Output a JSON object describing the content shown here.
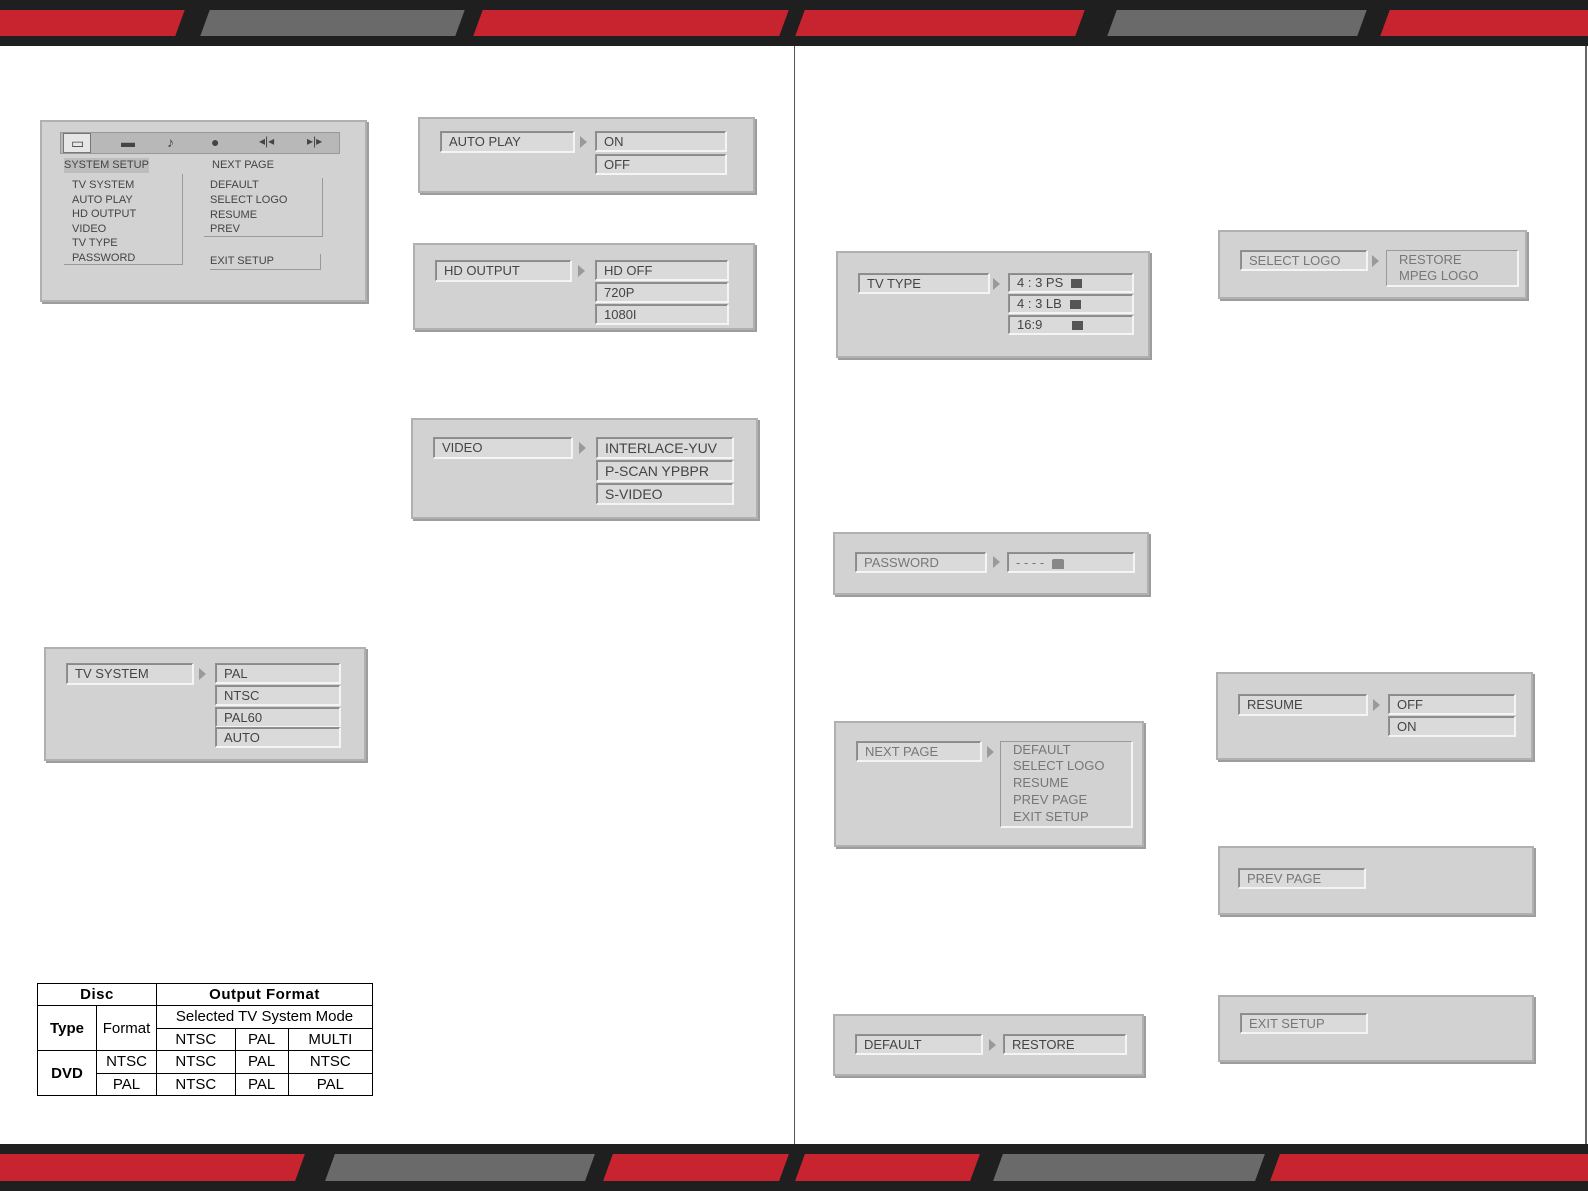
{
  "system_setup": {
    "heading_left": "SYSTEM SETUP",
    "heading_right": "NEXT PAGE",
    "left_items": [
      "TV SYSTEM",
      "AUTO PLAY",
      "HD OUTPUT",
      "VIDEO",
      "TV TYPE",
      "PASSWORD"
    ],
    "right_items": [
      "DEFAULT",
      "SELECT LOGO",
      "RESUME",
      "PREV"
    ],
    "exit": "EXIT SETUP",
    "tab_icons": [
      "monitor-icon",
      "speaker-icon",
      "music-note-icon",
      "disc-icon",
      "rewind-icon",
      "fast-forward-icon"
    ]
  },
  "auto_play": {
    "label": "AUTO PLAY",
    "options": [
      "ON",
      "OFF"
    ]
  },
  "hd_output": {
    "label": "HD OUTPUT",
    "options": [
      "HD OFF",
      "720P",
      "1080I"
    ]
  },
  "video": {
    "label": "VIDEO",
    "options": [
      "INTERLACE-YUV",
      "P-SCAN YPBPR",
      "S-VIDEO"
    ]
  },
  "tv_system": {
    "label": "TV SYSTEM",
    "options": [
      "PAL",
      "NTSC",
      "PAL60",
      "AUTO"
    ]
  },
  "tv_type": {
    "label": "TV TYPE",
    "options": [
      "4 : 3 PS",
      "4 : 3 LB",
      "16:9"
    ]
  },
  "password": {
    "label": "PASSWORD",
    "value": "- - - -"
  },
  "next_page": {
    "label": "NEXT PAGE",
    "options": [
      "DEFAULT",
      "SELECT LOGO",
      "RESUME",
      "PREV PAGE",
      "EXIT SETUP"
    ]
  },
  "default_menu": {
    "label": "DEFAULT",
    "option": "RESTORE"
  },
  "select_logo": {
    "label": "SELECT LOGO",
    "options": [
      "RESTORE",
      "MPEG LOGO"
    ]
  },
  "resume": {
    "label": "RESUME",
    "options": [
      "OFF",
      "ON"
    ]
  },
  "prev_page": {
    "label": "PREV PAGE"
  },
  "exit_setup": {
    "label": "EXIT SETUP"
  },
  "format_table": {
    "disc": "Disc",
    "output_format": "Output Format",
    "type": "Type",
    "format": "Format",
    "selected_mode": "Selected  TV  System Mode",
    "modes": [
      "NTSC",
      "PAL",
      "MULTI"
    ],
    "dvd": "DVD",
    "rows": [
      [
        "NTSC",
        "NTSC",
        "PAL",
        "NTSC"
      ],
      [
        "PAL",
        "NTSC",
        "PAL",
        "PAL"
      ]
    ]
  },
  "colors": {
    "band": "#1f1f1f",
    "accent_red": "#c8242f",
    "accent_gray": "#6a6a6a",
    "panel": "#d2d2d2"
  }
}
